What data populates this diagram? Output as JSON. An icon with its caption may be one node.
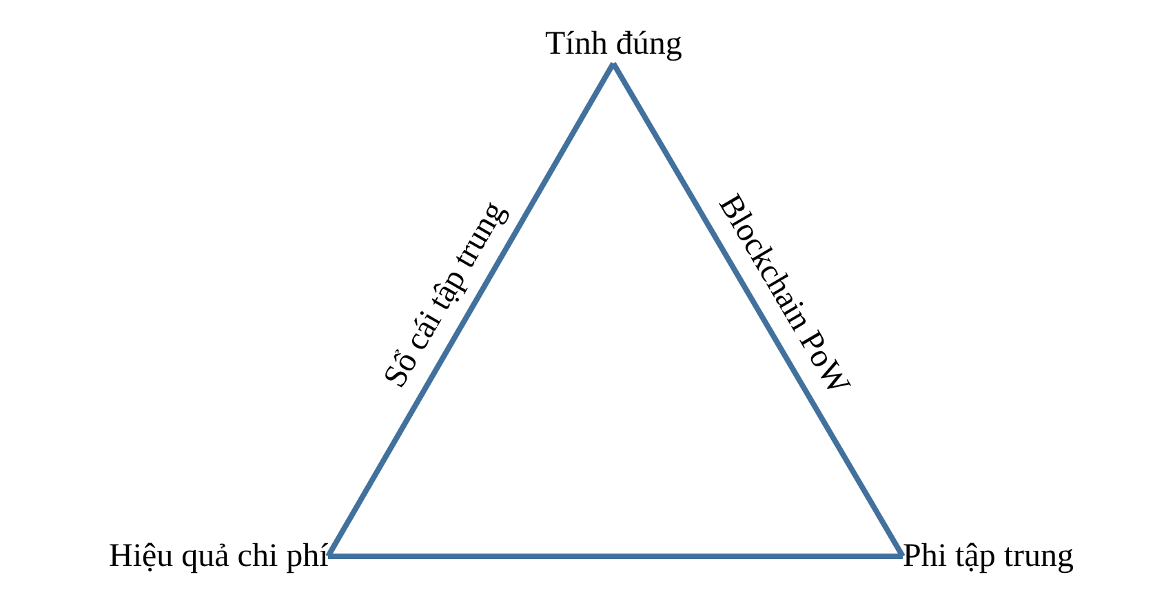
{
  "diagram": {
    "nodes": [
      {
        "text": [
          "Tính đúng"
        ]
      },
      {
        "text": [
          "Hiệu quả chi phí"
        ]
      },
      {
        "text": [
          "Phi tập trung"
        ]
      }
    ],
    "edges": [
      {
        "from": 0,
        "to": 1,
        "arrow": "none",
        "label": "Sổ cái tập trung"
      },
      {
        "from": 0,
        "to": 2,
        "arrow": "none",
        "label": "Blockchain PoW"
      },
      {
        "from": 1,
        "to": 2,
        "arrow": "none"
      }
    ]
  }
}
